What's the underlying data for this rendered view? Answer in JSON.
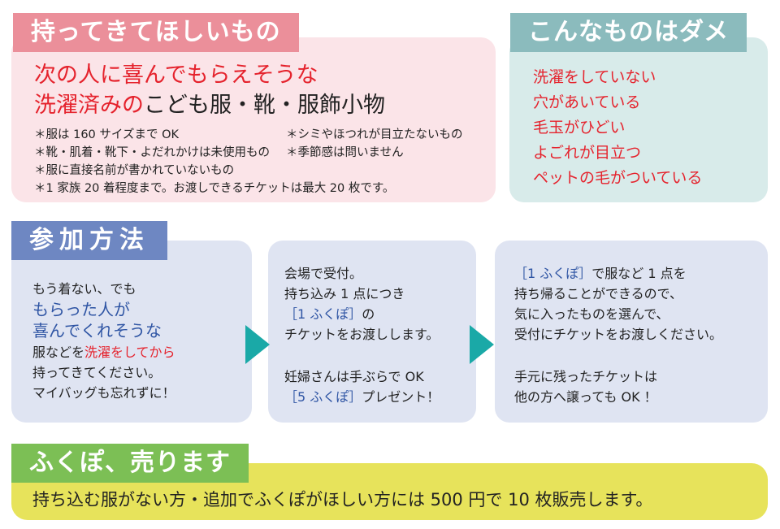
{
  "section1": {
    "tab": "持ってきてほしいもの",
    "headline_line1": "次の人に喜んでもらえそうな",
    "headline_line2_red": "洗濯済みの",
    "headline_line2_rest": "こども服・靴・服飾小物",
    "notes": [
      "＊服は 160 サイズまで OK",
      "＊シミやほつれが目立たないもの",
      "＊靴・肌着・靴下・よだれかけは未使用もの",
      "＊季節感は問いません",
      "＊服に直接名前が書かれていないもの",
      "＊1 家族 20 着程度まで。お渡しできるチケットは最大 20 枚です。"
    ]
  },
  "section2": {
    "tab": "こんなものはダメ",
    "items": [
      "洗濯をしていない",
      "穴があいている",
      "毛玉がひどい",
      "よごれが目立つ",
      "ペットの毛がついている"
    ]
  },
  "section3": {
    "tab": "参加方法",
    "step1": {
      "line1": "もう着ない、でも",
      "line2": "もらった人が",
      "line3": "喜んでくれそうな",
      "line4a": "服などを",
      "line4b": "洗濯をしてから",
      "line5": "持ってきてください。",
      "line6": "マイバッグも忘れずに！"
    },
    "step2": {
      "line1": "会場で受付。",
      "line2": "持ち込み 1 点につき",
      "line3a": "［1 ふくぽ］",
      "line3b": "の",
      "line4": "チケットをお渡しします。",
      "line5": "妊婦さんは手ぶらで OK",
      "line6a": "［5 ふくぽ］",
      "line6b": "プレゼント！"
    },
    "step3": {
      "line1a": "［1 ふくぽ］",
      "line1b": "で服など 1 点を",
      "line2": "持ち帰ることができるので、",
      "line3": "気に入ったものを選んで、",
      "line4": "受付にチケットをお渡しください。",
      "line5": "手元に残ったチケットは",
      "line6": "他の方へ譲っても OK ！"
    }
  },
  "section4": {
    "tab": "ふくぽ、売ります",
    "text": "持ち込む服がない方・追加でふくぽがほしい方には 500 円で 10 枚販売します。"
  },
  "colors": {
    "pink_tab": "#eb8f9a",
    "pink_bg": "#fbe4e8",
    "teal_tab": "#8bbbbd",
    "teal_bg": "#d8ebea",
    "blue_tab": "#6e87c2",
    "blue_bg": "#dfe4f2",
    "arrow": "#1aa9a7",
    "green_tab": "#7cbf55",
    "yellow_bg": "#e7e35b",
    "red_text": "#e5232d",
    "blue_text": "#2f55a4"
  }
}
